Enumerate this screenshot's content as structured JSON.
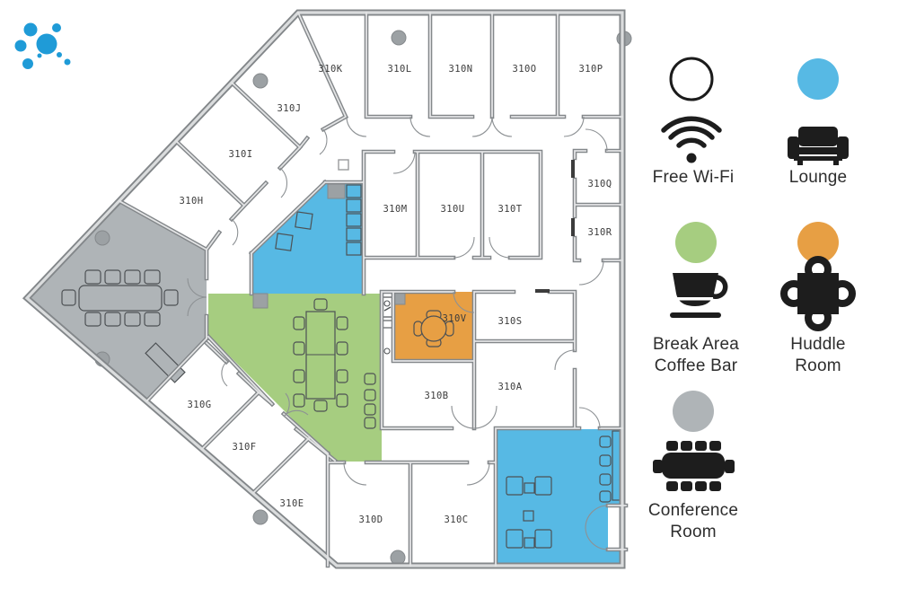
{
  "logo": {
    "icon": "dots-cluster-logo",
    "color": "#1F9BD7"
  },
  "colors": {
    "lounge_blue": "#57B9E4",
    "break_green": "#A6CD80",
    "huddle_orange": "#E79F44",
    "conference_gray": "#AFB4B7",
    "column_gray": "#9CA1A4",
    "wall_gray": "#83878A",
    "label_text": "#3B3B3B"
  },
  "floor": {
    "rooms": [
      {
        "label": "310K"
      },
      {
        "label": "310L"
      },
      {
        "label": "310N"
      },
      {
        "label": "310O"
      },
      {
        "label": "310P"
      },
      {
        "label": "310J"
      },
      {
        "label": "310I"
      },
      {
        "label": "310H"
      },
      {
        "label": "310M"
      },
      {
        "label": "310U"
      },
      {
        "label": "310T"
      },
      {
        "label": "310Q"
      },
      {
        "label": "310R"
      },
      {
        "label": "310S"
      },
      {
        "label": "310V"
      },
      {
        "label": "310A"
      },
      {
        "label": "310B"
      },
      {
        "label": "310G"
      },
      {
        "label": "310F"
      },
      {
        "label": "310E"
      },
      {
        "label": "310D"
      },
      {
        "label": "310C"
      }
    ]
  },
  "legend": {
    "items": [
      {
        "icon": "wifi-icon",
        "circle_color": "#FFFFFF",
        "lines": [
          "Free Wi-Fi",
          ""
        ]
      },
      {
        "icon": "couch-icon",
        "circle_color": "#57B9E4",
        "lines": [
          "Lounge",
          ""
        ]
      },
      {
        "icon": "coffee-cup-icon",
        "circle_color": "#A6CD80",
        "lines": [
          "Break Area",
          "Coffee Bar"
        ]
      },
      {
        "icon": "huddle-table-icon",
        "circle_color": "#E79F44",
        "lines": [
          "Huddle",
          "Room"
        ]
      },
      {
        "icon": "conference-table-icon",
        "circle_color": "#AFB4B7",
        "lines": [
          "Conference",
          "Room"
        ]
      }
    ]
  }
}
